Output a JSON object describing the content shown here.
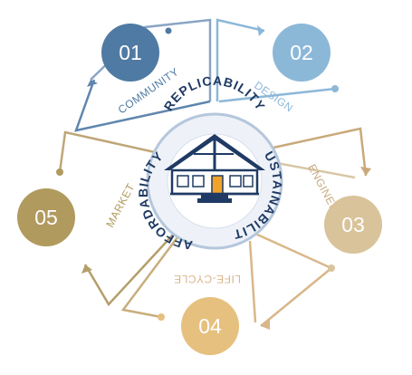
{
  "colors": {
    "dark_blue": "#1f3a64",
    "blue_01": "#4f7aa3",
    "blue_02": "#8cb8d8",
    "gold_05": "#b19a5e",
    "tan_03": "#d9c39a",
    "peach_04": "#e6c07e",
    "door": "#f0a32a",
    "ring_fill": "#eef2f8"
  },
  "ring_labels": {
    "top": "REPLICABILITY",
    "right": "SUSTAINABILITY",
    "left": "AFFORDABILITY"
  },
  "segments": [
    {
      "number": "01",
      "label": "COMMUNITY",
      "color": "#4f7aa3"
    },
    {
      "number": "02",
      "label": "DESIGN",
      "color": "#8cb8d8"
    },
    {
      "number": "03",
      "label": "ENGINEERING",
      "color": "#d9c39a"
    },
    {
      "number": "04",
      "label": "LIFE-CYCLE",
      "color": "#e6c07e"
    },
    {
      "number": "05",
      "label": "MARKET",
      "color": "#b19a5e"
    }
  ],
  "icons": [
    "house-icon"
  ]
}
